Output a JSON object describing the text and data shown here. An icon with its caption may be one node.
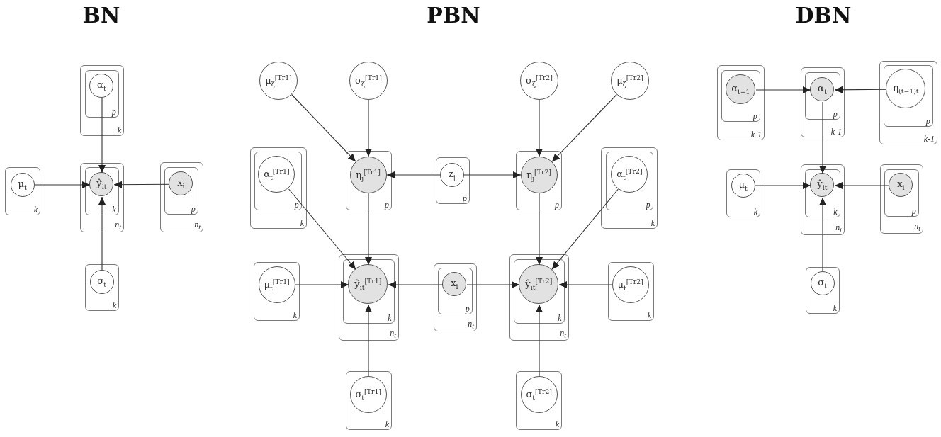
{
  "diagram": {
    "nodes": [
      {
        "text": [
          "k"
        ]
      },
      {
        "text": [
          "p"
        ],
        "in": 0
      },
      {
        "text": [
          "α$_{t}$"
        ],
        "in": 1
      },
      {
        "text": [
          "k"
        ]
      },
      {
        "text": [
          "μ$_{t}$"
        ],
        "in": 3
      },
      {
        "text": [
          "n$_{t}$"
        ]
      },
      {
        "text": [
          "k"
        ],
        "in": 5
      },
      {
        "text": [
          "ŷ$_{it}$"
        ],
        "in": 6
      },
      {
        "text": [
          "n$_{t}$"
        ]
      },
      {
        "text": [
          "p"
        ],
        "in": 8
      },
      {
        "text": [
          "x$_{i}$"
        ],
        "in": 9
      },
      {
        "text": [
          "k"
        ]
      },
      {
        "text": [
          "σ$_{t}$"
        ],
        "in": 11
      },
      {
        "text": [
          "μ$_{ζ}$$^{[Tr1]}$"
        ]
      },
      {
        "text": [
          "σ$_{ζ}$$^{[Tr1]}$"
        ]
      },
      {
        "text": [
          "σ$_{ζ}$$^{[Tr2]}$"
        ]
      },
      {
        "text": [
          "μ$_{ζ}$$^{[Tr2]}$"
        ]
      },
      {
        "text": [
          "k"
        ]
      },
      {
        "text": [
          "p"
        ],
        "in": 17
      },
      {
        "text": [
          "α$_{t}$$^{[Tr1]}$"
        ],
        "in": 18
      },
      {
        "text": [
          "p"
        ]
      },
      {
        "text": [
          "η$_{j}$$^{[Tr1]}$"
        ],
        "in": 20
      },
      {
        "text": [
          "p"
        ]
      },
      {
        "text": [
          "z$_{j}$"
        ],
        "in": 22
      },
      {
        "text": [
          "p"
        ]
      },
      {
        "text": [
          "η$_{j}$$^{[Tr2]}$"
        ],
        "in": 24
      },
      {
        "text": [
          "k"
        ]
      },
      {
        "text": [
          "p"
        ],
        "in": 26
      },
      {
        "text": [
          "α$_{t}$$^{[Tr2]}$"
        ],
        "in": 27
      },
      {
        "text": [
          "k"
        ]
      },
      {
        "text": [
          "μ$_{t}$$^{[Tr1]}$"
        ],
        "in": 29
      },
      {
        "text": [
          "n$_{t}$"
        ]
      },
      {
        "text": [
          "k"
        ],
        "in": 31
      },
      {
        "text": [
          "ŷ$_{it}$$^{[Tr1]}$"
        ],
        "in": 32
      },
      {
        "text": [
          "n$_{t}$"
        ]
      },
      {
        "text": [
          "p"
        ],
        "in": 34
      },
      {
        "text": [
          "x$_{i}$"
        ],
        "in": 35
      },
      {
        "text": [
          "n$_{t}$"
        ]
      },
      {
        "text": [
          "k"
        ],
        "in": 37
      },
      {
        "text": [
          "ŷ$_{it}$$^{[Tr2]}$"
        ],
        "in": 38
      },
      {
        "text": [
          "k"
        ]
      },
      {
        "text": [
          "μ$_{t}$$^{[Tr2]}$"
        ],
        "in": 40
      },
      {
        "text": [
          "k"
        ]
      },
      {
        "text": [
          "σ$_{t}$$^{[Tr1]}$"
        ],
        "in": 42
      },
      {
        "text": [
          "k"
        ]
      },
      {
        "text": [
          "σ$_{t}$$^{[Tr2]}$"
        ],
        "in": 44
      },
      {
        "text": [
          "k-1"
        ]
      },
      {
        "text": [
          "p"
        ],
        "in": 46
      },
      {
        "text": [
          "α$_{t−1}$"
        ],
        "in": 47
      },
      {
        "text": [
          "k-1"
        ]
      },
      {
        "text": [
          "p"
        ],
        "in": 49
      },
      {
        "text": [
          "α$_{t}$"
        ],
        "in": 50
      },
      {
        "text": [
          "k-1"
        ]
      },
      {
        "text": [
          "p"
        ],
        "in": 52
      },
      {
        "text": [
          "η$_{(t−1)t}$"
        ],
        "in": 53
      },
      {
        "text": [
          "k"
        ]
      },
      {
        "text": [
          "μ$_{t}$"
        ],
        "in": 55
      },
      {
        "text": [
          "n$_{t}$"
        ]
      },
      {
        "text": [
          "k"
        ],
        "in": 57
      },
      {
        "text": [
          "ŷ$_{it}$"
        ],
        "in": 58
      },
      {
        "text": [
          "n$_{t}$"
        ]
      },
      {
        "text": [
          "p"
        ],
        "in": 60
      },
      {
        "text": [
          "x$_{i}$"
        ],
        "in": 61
      },
      {
        "text": [
          "k"
        ]
      },
      {
        "text": [
          "σ$_{t}$"
        ],
        "in": 63
      }
    ],
    "edges": [
      {
        "from": 2,
        "to": 7,
        "arrow": "to"
      },
      {
        "from": 4,
        "to": 7,
        "arrow": "to"
      },
      {
        "from": 10,
        "to": 7,
        "arrow": "to"
      },
      {
        "from": 12,
        "to": 7,
        "arrow": "to"
      },
      {
        "from": 13,
        "to": 21,
        "arrow": "to"
      },
      {
        "from": 14,
        "to": 21,
        "arrow": "to"
      },
      {
        "from": 23,
        "to": 21,
        "arrow": "to"
      },
      {
        "from": 23,
        "to": 25,
        "arrow": "to"
      },
      {
        "from": 15,
        "to": 25,
        "arrow": "to"
      },
      {
        "from": 16,
        "to": 25,
        "arrow": "to"
      },
      {
        "from": 21,
        "to": 33,
        "arrow": "to"
      },
      {
        "from": 19,
        "to": 33,
        "arrow": "to"
      },
      {
        "from": 30,
        "to": 33,
        "arrow": "to"
      },
      {
        "from": 36,
        "to": 33,
        "arrow": "to"
      },
      {
        "from": 43,
        "to": 33,
        "arrow": "to"
      },
      {
        "from": 25,
        "to": 39,
        "arrow": "to"
      },
      {
        "from": 28,
        "to": 39,
        "arrow": "to"
      },
      {
        "from": 36,
        "to": 39,
        "arrow": "to"
      },
      {
        "from": 41,
        "to": 39,
        "arrow": "to"
      },
      {
        "from": 45,
        "to": 39,
        "arrow": "to"
      },
      {
        "from": 48,
        "to": 51,
        "arrow": "to"
      },
      {
        "from": 54,
        "to": 51,
        "arrow": "to"
      },
      {
        "from": 51,
        "to": 59,
        "arrow": "to"
      },
      {
        "from": 56,
        "to": 59,
        "arrow": "to"
      },
      {
        "from": 62,
        "to": 59,
        "arrow": "to"
      },
      {
        "from": 64,
        "to": 59,
        "arrow": "to"
      }
    ],
    "labels": [
      "BN",
      "PBN",
      "DBN"
    ]
  }
}
